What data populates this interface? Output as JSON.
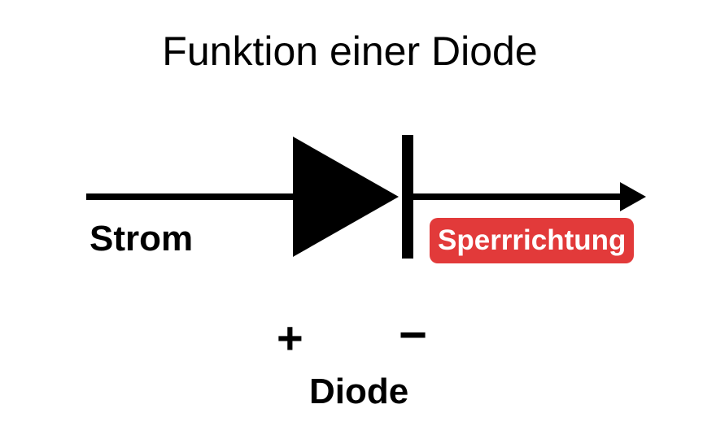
{
  "title": "Funktion einer Diode",
  "labels": {
    "current": "Strom",
    "plus": "+",
    "minus": "−",
    "component": "Diode"
  },
  "badge": {
    "text": "Sperrrichtung",
    "background": "#e23a3a",
    "text_color": "#ffffff"
  },
  "colors": {
    "stroke": "#000000",
    "background": "#ffffff"
  },
  "icons": [
    "diode-symbol",
    "arrow-right-icon"
  ]
}
